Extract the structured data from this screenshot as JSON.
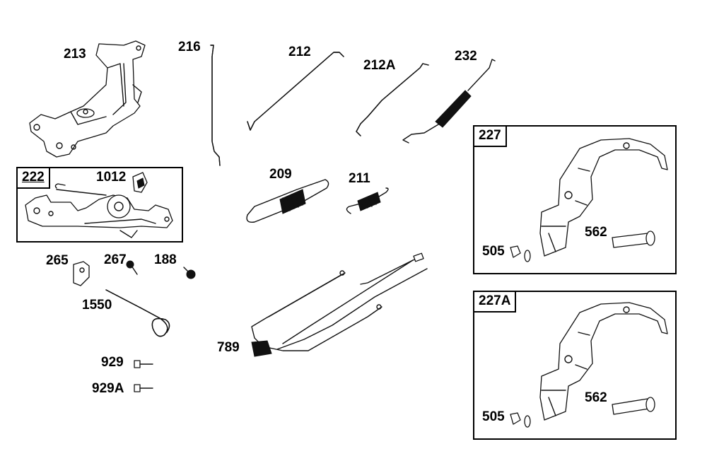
{
  "parts": {
    "p213": "213",
    "p216": "216",
    "p212": "212",
    "p212A": "212A",
    "p232": "232",
    "p1012": "1012",
    "p209": "209",
    "p211": "211",
    "p265": "265",
    "p267": "267",
    "p188": "188",
    "p1550": "1550",
    "p789": "789",
    "p929": "929",
    "p929A": "929A"
  },
  "boxes": {
    "b222": {
      "tag": "222"
    },
    "b227": {
      "tag": "227",
      "p505": "505",
      "p562": "562"
    },
    "b227A": {
      "tag": "227A",
      "p505": "505",
      "p562": "562"
    }
  }
}
